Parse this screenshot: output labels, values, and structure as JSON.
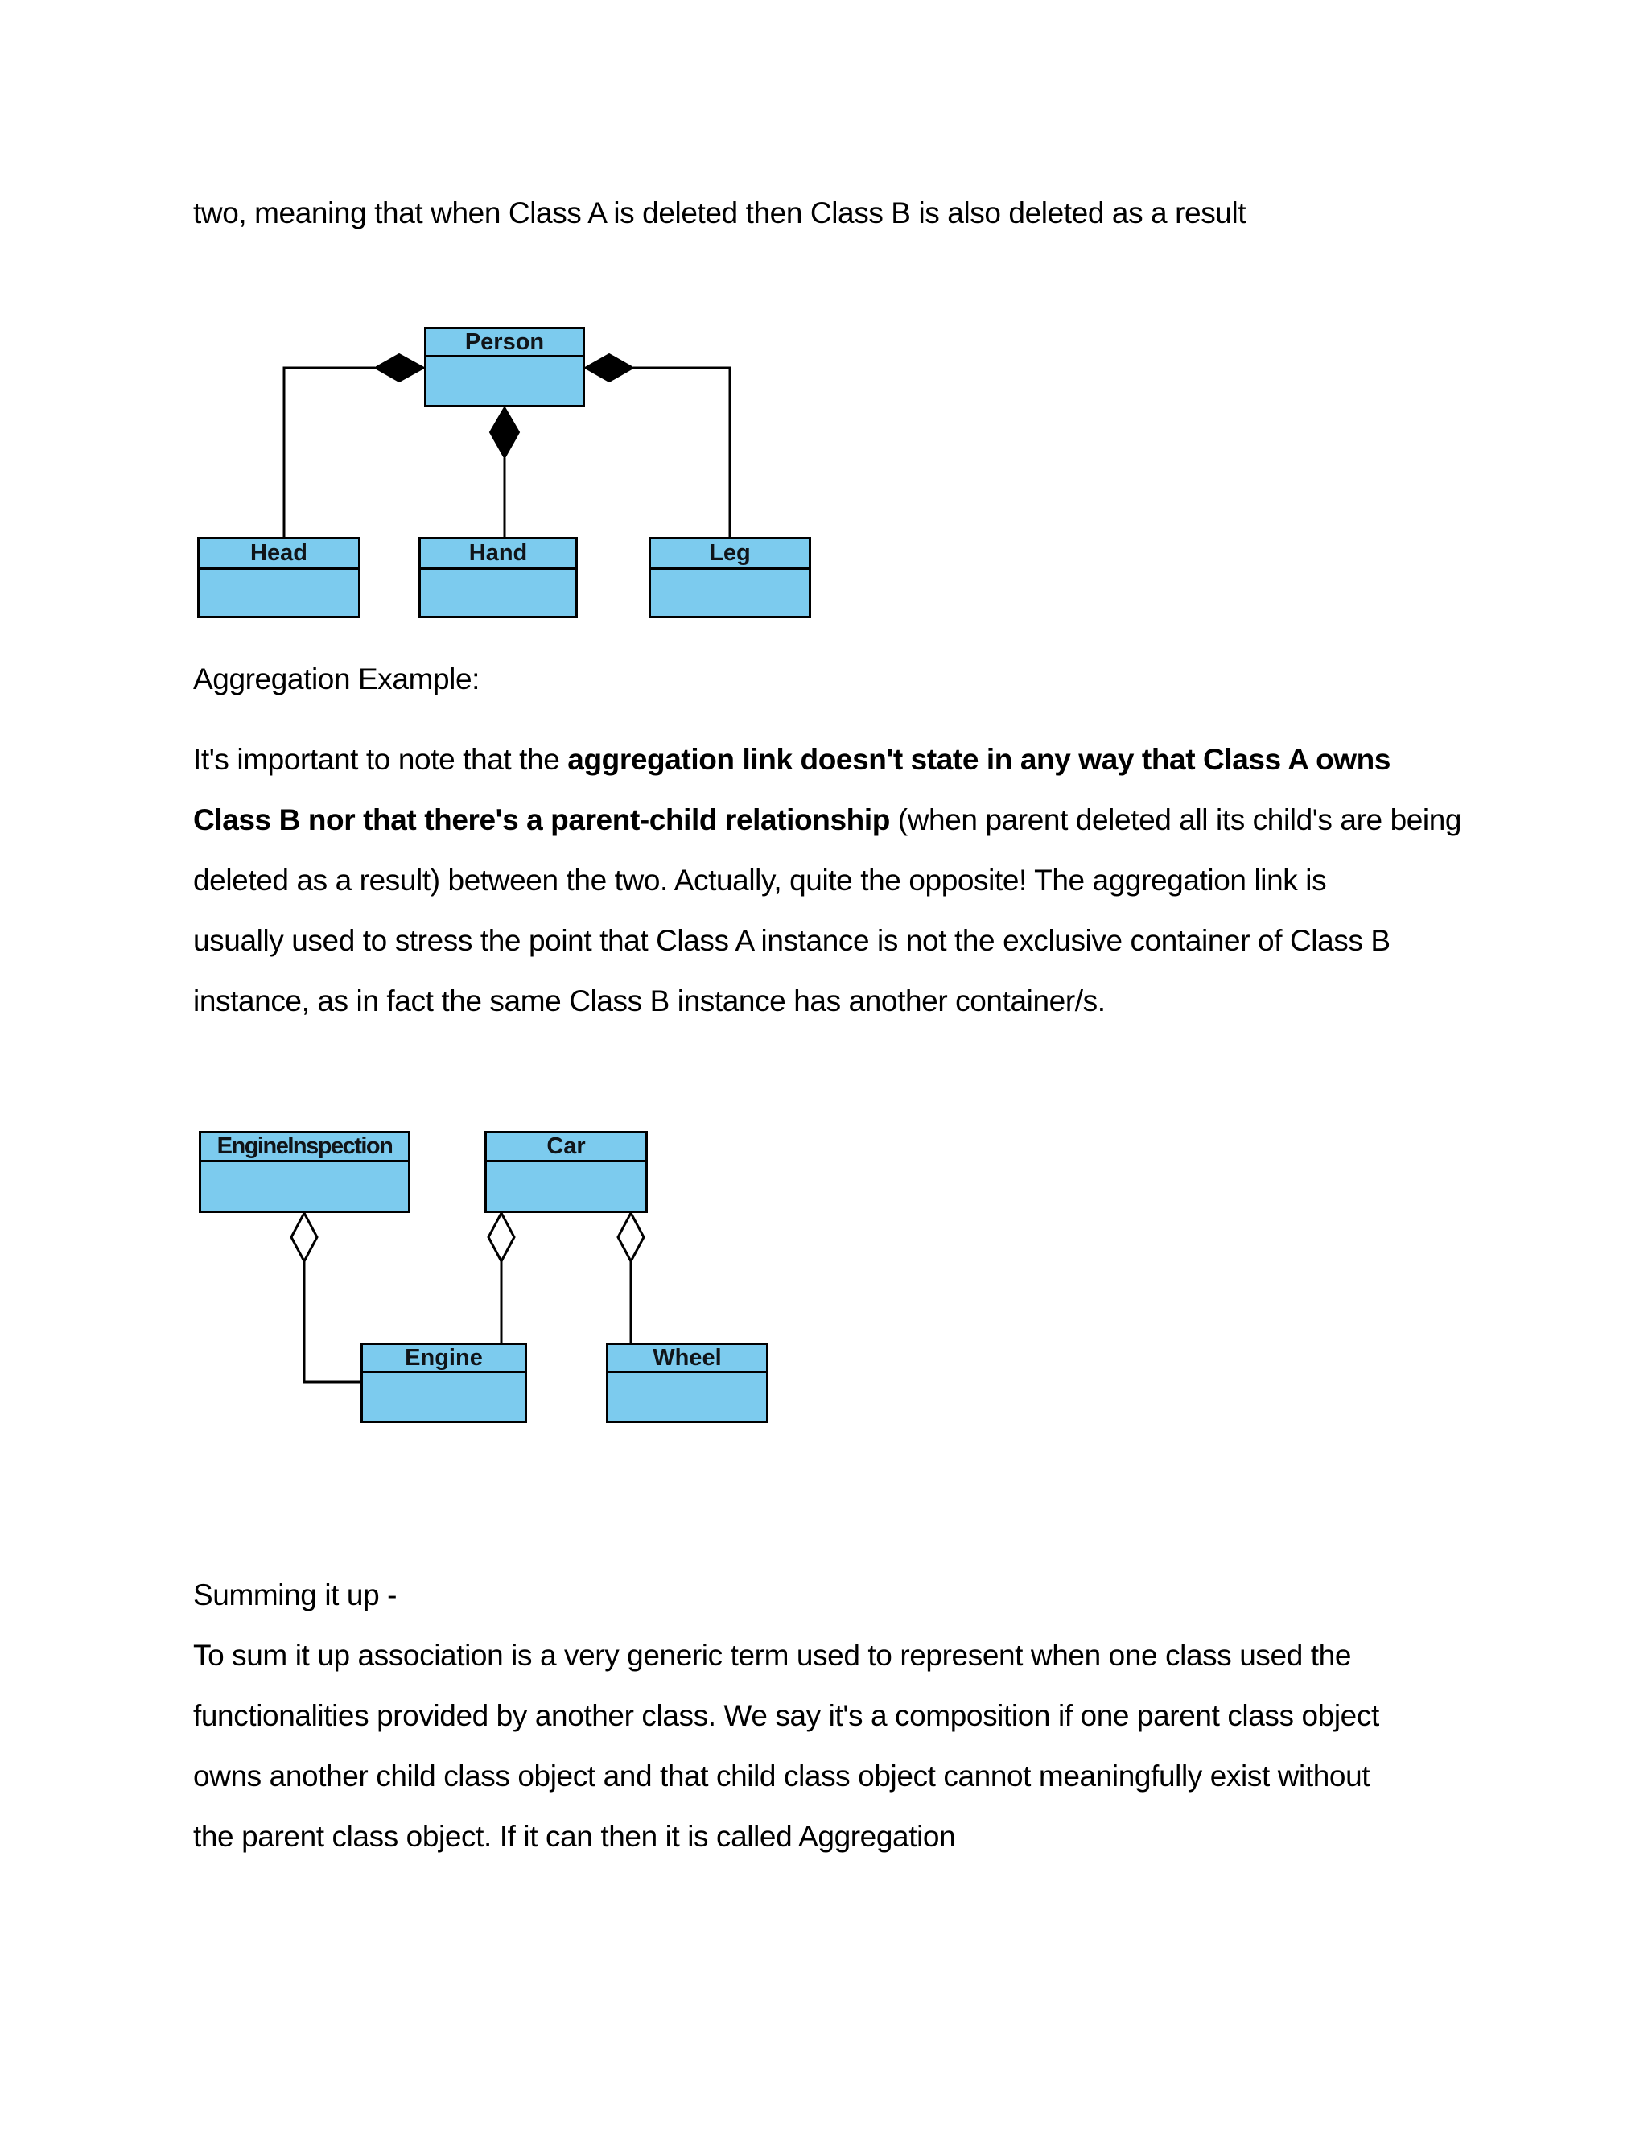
{
  "intro_line": "two, meaning that when Class A is deleted then Class B is also deleted as a result",
  "aggregation": {
    "heading": "Aggregation Example:",
    "lines": {
      "l1a": "It's important to note that the ",
      "l1b": "aggregation link doesn't state in any way that Class A owns",
      "l2a": "Class B nor that there's a parent-child relationship",
      "l2b": " (when parent deleted all its child's are being",
      "l3": "deleted as a result) between the two. Actually, quite the opposite! The aggregation link is",
      "l4": "usually used to stress the point that Class A instance is not the exclusive container of Class B",
      "l5": "instance, as in fact the same Class B instance has another container/s."
    }
  },
  "summary": {
    "heading": "Summing it up -",
    "lines": {
      "l1": "To sum it up association is a very generic term used to represent when one class used the",
      "l2": "functionalities provided by another class. We say it's a composition if one parent class object",
      "l3": "owns another child class object and that child class object cannot meaningfully exist without",
      "l4": "the parent class object. If it can then it is called Aggregation"
    }
  },
  "diagrams": {
    "composition": {
      "relation": "composition",
      "diamond_style": "filled",
      "classes": {
        "person": "Person",
        "head": "Head",
        "hand": "Hand",
        "leg": "Leg"
      }
    },
    "aggregation": {
      "relation": "aggregation",
      "diamond_style": "hollow",
      "classes": {
        "engine_inspection": "EngineInspection",
        "car": "Car",
        "engine": "Engine",
        "wheel": "Wheel"
      }
    }
  },
  "colors": {
    "class_fill": "#7CCBEE",
    "class_border": "#000000",
    "page_bg": "#FFFFFF",
    "text": "#000000"
  }
}
